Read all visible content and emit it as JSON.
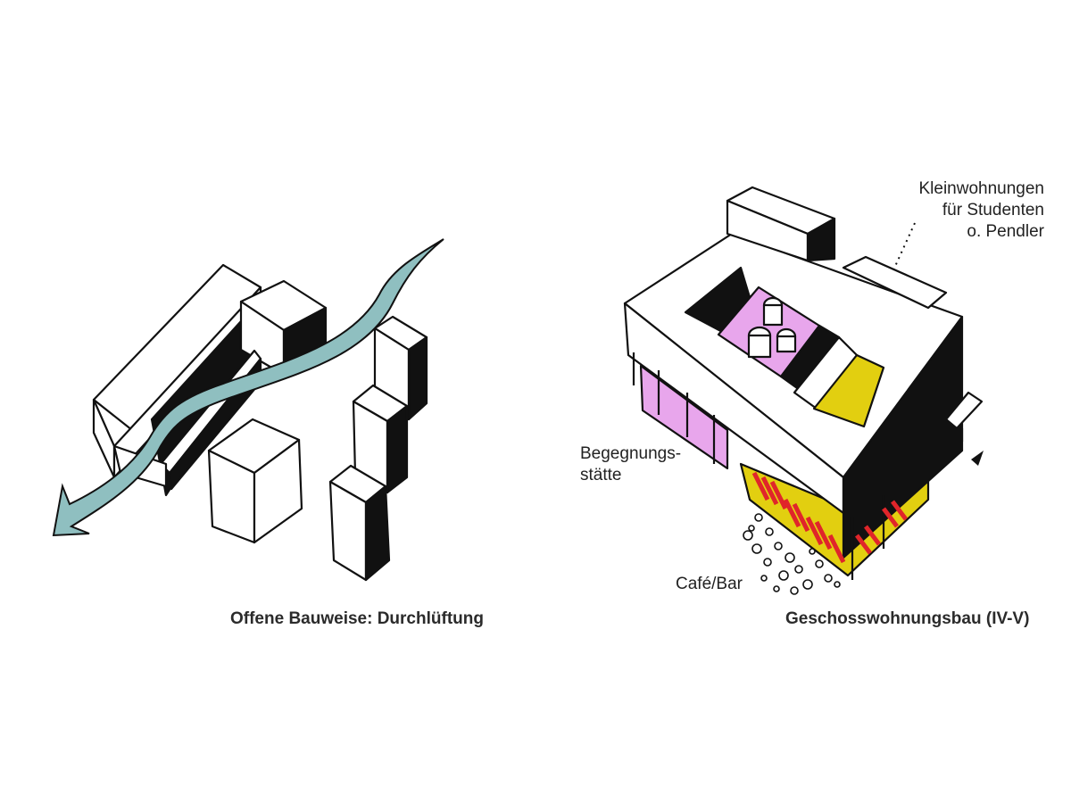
{
  "left_sketch": {
    "caption": "Offene Bauweise: Durchlüftung",
    "arrow_color": "#8fbfc0"
  },
  "right_sketch": {
    "caption": "Geschosswohnungsbau (IV-V)",
    "labels": {
      "kleinwohnungen": [
        "Kleinwohnungen",
        "für Studenten",
        "o. Pendler"
      ],
      "begegnungsstaette": [
        "Begegnungs-",
        "stätte"
      ],
      "cafe_bar": "Café/Bar"
    },
    "colors": {
      "pink": "#e8a6ec",
      "yellow": "#e2cf10",
      "red": "#e0252a",
      "shadow": "#111111"
    }
  }
}
